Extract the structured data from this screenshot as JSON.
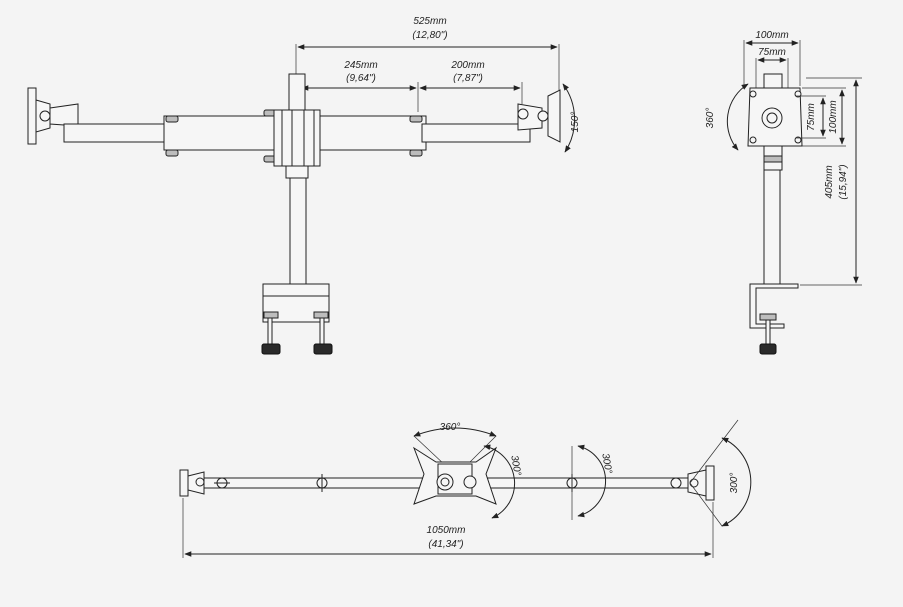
{
  "front_view": {
    "total_width": {
      "mm": "525mm",
      "inch": "(12,80\")"
    },
    "arm_segment_1": {
      "mm": "245mm",
      "inch": "(9,64\")"
    },
    "arm_segment_2": {
      "mm": "200mm",
      "inch": "(7,87\")"
    },
    "tilt_angle": "150°"
  },
  "side_view": {
    "vesa_outer": "100mm",
    "vesa_inner": "75mm",
    "vesa_v_inner": "75mm",
    "vesa_v_outer": "100mm",
    "rotation": "360°",
    "height": {
      "mm": "405mm",
      "inch": "(15,94\")"
    }
  },
  "top_view": {
    "rotation": "360°",
    "swivel_1": "300°",
    "swivel_2": "300°",
    "swivel_3": "300°",
    "total_span": {
      "mm": "1050mm",
      "inch": "(41,34\")"
    }
  }
}
